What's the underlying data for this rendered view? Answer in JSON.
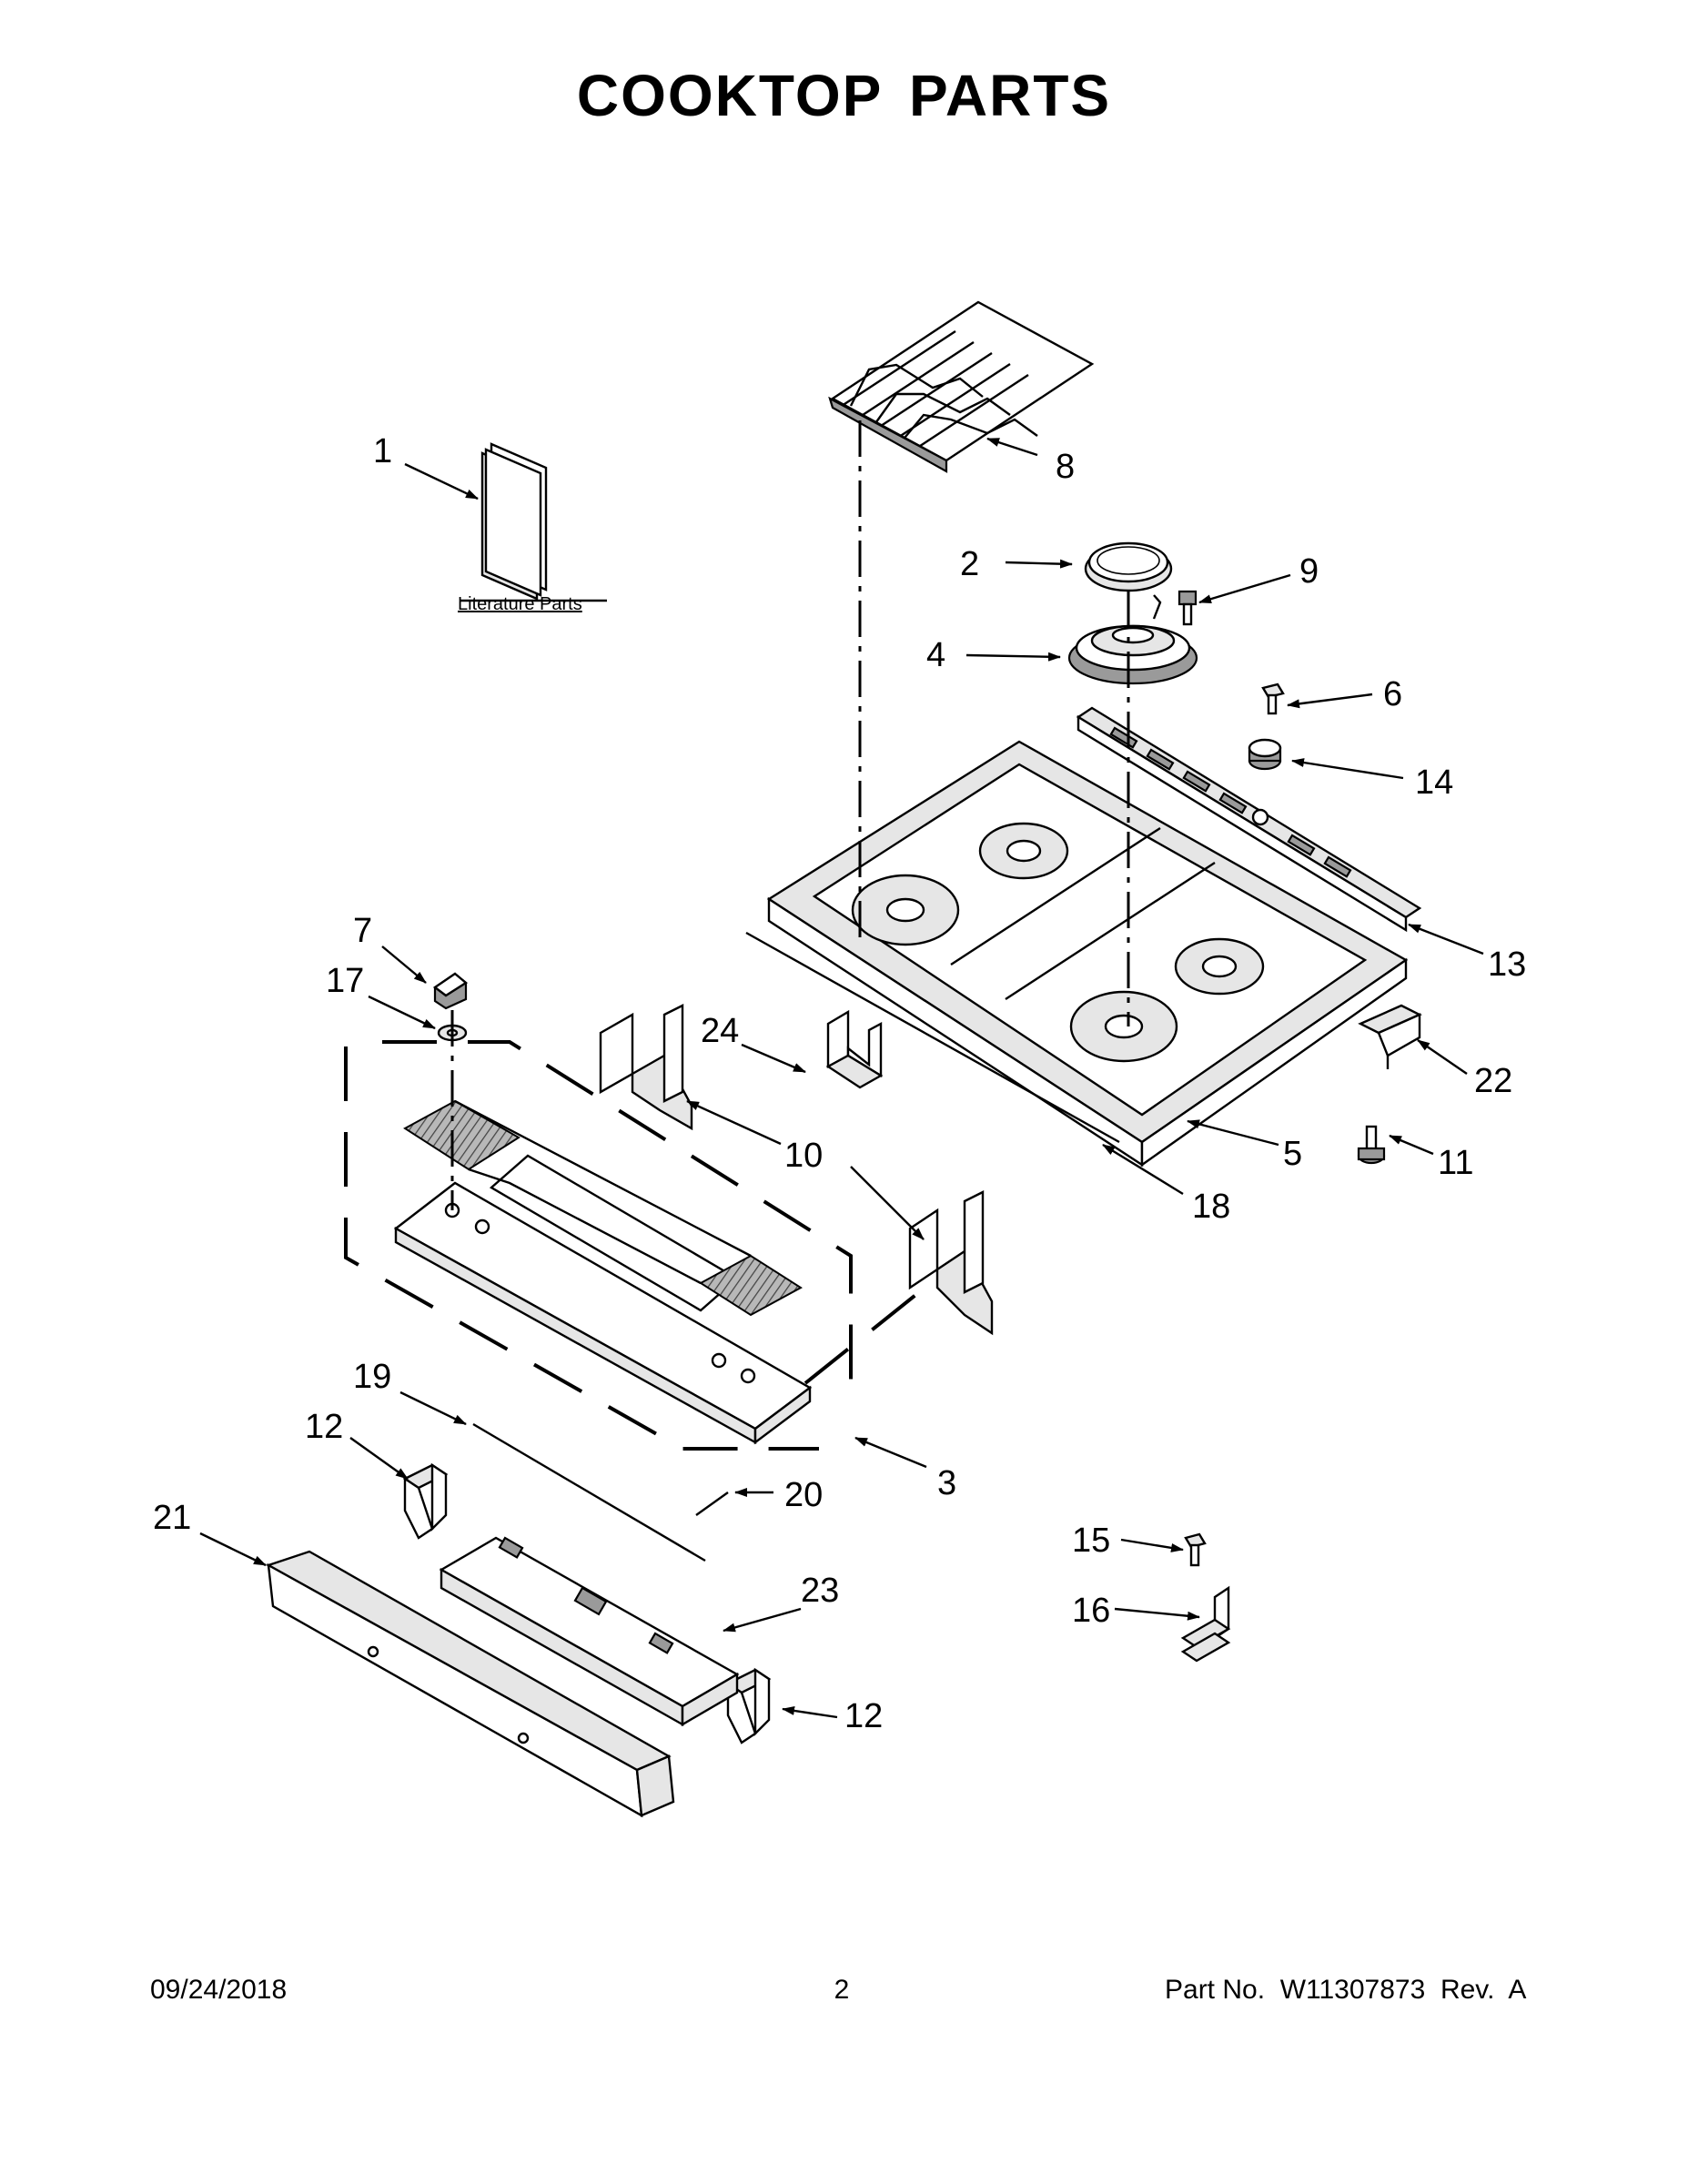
{
  "title": "COOKTOP PARTS",
  "literature_label": "Literature Parts",
  "callouts": [
    {
      "id": "c1",
      "label": "1"
    },
    {
      "id": "c2",
      "label": "2"
    },
    {
      "id": "c3",
      "label": "3"
    },
    {
      "id": "c4",
      "label": "4"
    },
    {
      "id": "c5",
      "label": "5"
    },
    {
      "id": "c6",
      "label": "6"
    },
    {
      "id": "c7",
      "label": "7"
    },
    {
      "id": "c8",
      "label": "8"
    },
    {
      "id": "c9",
      "label": "9"
    },
    {
      "id": "c10",
      "label": "10"
    },
    {
      "id": "c11",
      "label": "11"
    },
    {
      "id": "c12a",
      "label": "12"
    },
    {
      "id": "c12b",
      "label": "12"
    },
    {
      "id": "c13",
      "label": "13"
    },
    {
      "id": "c14",
      "label": "14"
    },
    {
      "id": "c15",
      "label": "15"
    },
    {
      "id": "c16",
      "label": "16"
    },
    {
      "id": "c17",
      "label": "17"
    },
    {
      "id": "c18",
      "label": "18"
    },
    {
      "id": "c19",
      "label": "19"
    },
    {
      "id": "c20",
      "label": "20"
    },
    {
      "id": "c21",
      "label": "21"
    },
    {
      "id": "c22",
      "label": "22"
    },
    {
      "id": "c23",
      "label": "23"
    },
    {
      "id": "c24",
      "label": "24"
    }
  ],
  "footer": {
    "date": "09/24/2018",
    "page": "2",
    "part_number": "Part No.  W11307873  Rev.  A"
  }
}
